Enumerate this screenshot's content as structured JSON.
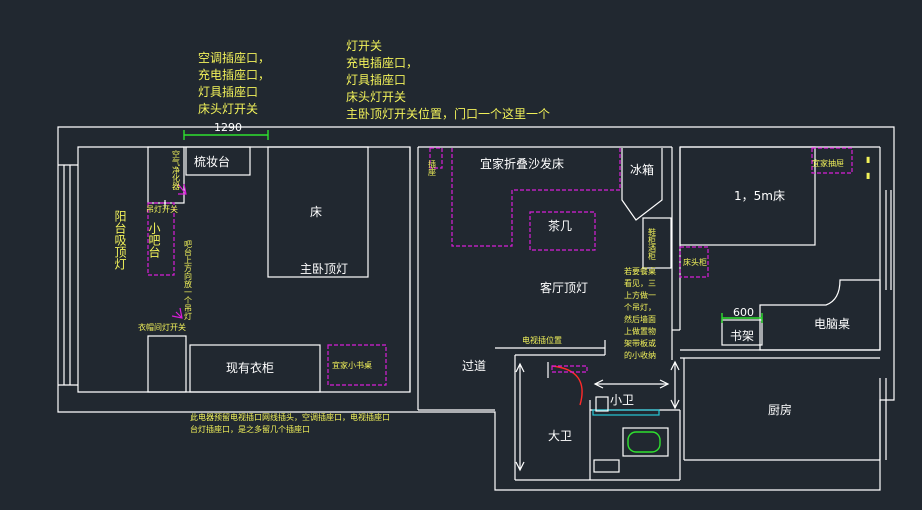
{
  "notes": {
    "left": [
      "空调插座口，",
      "充电插座口，",
      "灯具插座口",
      "床头灯开关"
    ],
    "center": [
      "灯开关",
      "充电插座口，",
      "灯具插座口",
      "床头灯开关",
      "主卧顶灯开关位置，门口一个这里一个"
    ],
    "bottom": [
      "此电器预留电视插口网线插头，空调插座口，电视插座口",
      "台灯插座口，是之多留几个插座口"
    ]
  },
  "dimensions": {
    "width_1290": "1290",
    "width_600": "600"
  },
  "rooms": {
    "dressing_table": "梳妆台",
    "bed": "床",
    "master_ceiling_light": "主卧顶灯",
    "balcony_light": "阳台吸顶灯",
    "small_bar": "小吧台",
    "existing_wardrobe": "现有衣柜",
    "sofa": "宜家折叠沙发床",
    "fridge": "冰箱",
    "coffee_table": "茶几",
    "living_ceiling_light": "客厅顶灯",
    "bed_15": "1，5m床",
    "computer_desk": "电脑桌",
    "bookshelf": "书架",
    "corridor": "过道",
    "small_bath": "小卫",
    "big_bath": "大卫",
    "kitchen": "厨房"
  },
  "small_labels": {
    "pendant_switch": "吊灯开关",
    "bar_note": "吧台上方向放一个吊灯",
    "ac_label": "空气净化器",
    "closet_light_switch": "衣帽间灯开关",
    "bedside_cabinet": "宜家小书桌",
    "tv_position": "电视插位置",
    "right_cabinet": "宜家抽屉",
    "bedside_right": "床头柜",
    "shoe_cabinet": "鞋柜酒柜",
    "living_note": "若要餐桌看见，三上方做一个吊灯，然后墙面上做置物架带板或的小收纳格",
    "left_box": "插座"
  }
}
